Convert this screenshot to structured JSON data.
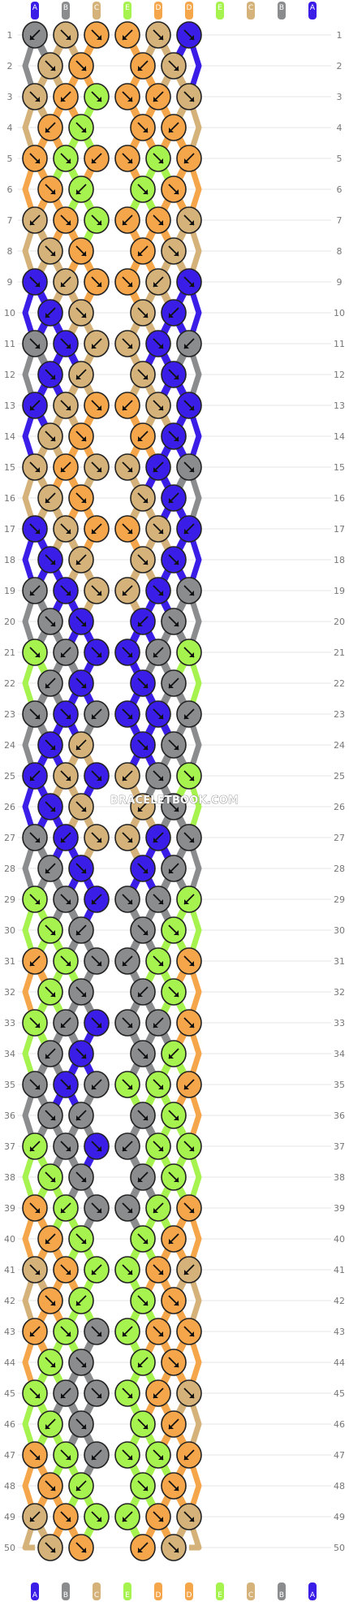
{
  "watermark": "BRACELETBOOK.COM",
  "strings": [
    "A",
    "B",
    "C",
    "E",
    "D",
    "D",
    "E",
    "C",
    "B",
    "A"
  ],
  "colors": {
    "A": "#3a1ee8",
    "B": "#8a8c8e",
    "C": "#d4b27a",
    "D": "#f5a64a",
    "E": "#a6f24e"
  },
  "row_count": 50,
  "knots": [
    [
      "B",
      "C",
      "D",
      "D",
      "C",
      "A"
    ],
    [
      "C",
      "D",
      "D",
      "C"
    ],
    [
      "C",
      "D",
      "E",
      "D",
      "D",
      "C"
    ],
    [
      "D",
      "E",
      "D",
      "D"
    ],
    [
      "D",
      "E",
      "D",
      "D",
      "E",
      "D"
    ],
    [
      "D",
      "E",
      "E",
      "D"
    ],
    [
      "C",
      "D",
      "E",
      "D",
      "D",
      "C"
    ],
    [
      "C",
      "D",
      "D",
      "C"
    ],
    [
      "A",
      "C",
      "D",
      "D",
      "C",
      "A"
    ],
    [
      "A",
      "C",
      "C",
      "A"
    ],
    [
      "B",
      "A",
      "C",
      "C",
      "A",
      "B"
    ],
    [
      "A",
      "C",
      "C",
      "A"
    ],
    [
      "A",
      "C",
      "D",
      "D",
      "C",
      "A"
    ],
    [
      "C",
      "D",
      "D",
      "A"
    ],
    [
      "C",
      "D",
      "C",
      "C",
      "A",
      "B"
    ],
    [
      "C",
      "D",
      "C",
      "A"
    ],
    [
      "A",
      "C",
      "D",
      "D",
      "C",
      "A"
    ],
    [
      "A",
      "C",
      "C",
      "A"
    ],
    [
      "B",
      "A",
      "C",
      "C",
      "A",
      "B"
    ],
    [
      "B",
      "A",
      "A",
      "B"
    ],
    [
      "E",
      "B",
      "A",
      "A",
      "B",
      "E"
    ],
    [
      "B",
      "A",
      "A",
      "B"
    ],
    [
      "B",
      "A",
      "B",
      "A",
      "A",
      "B"
    ],
    [
      "A",
      "C",
      "A",
      "B"
    ],
    [
      "A",
      "C",
      "A",
      "C",
      "B",
      "E"
    ],
    [
      "A",
      "C",
      "C",
      "B"
    ],
    [
      "B",
      "A",
      "C",
      "C",
      "A",
      "B"
    ],
    [
      "B",
      "A",
      "A",
      "B"
    ],
    [
      "E",
      "B",
      "A",
      "B",
      "B",
      "E"
    ],
    [
      "E",
      "B",
      "B",
      "E"
    ],
    [
      "D",
      "E",
      "B",
      "B",
      "E",
      "D"
    ],
    [
      "E",
      "B",
      "B",
      "E"
    ],
    [
      "E",
      "B",
      "A",
      "B",
      "B",
      "D"
    ],
    [
      "B",
      "A",
      "B",
      "E"
    ],
    [
      "B",
      "A",
      "B",
      "E",
      "E",
      "D"
    ],
    [
      "B",
      "B",
      "B",
      "E"
    ],
    [
      "E",
      "B",
      "A",
      "B",
      "E",
      "E"
    ],
    [
      "E",
      "B",
      "B",
      "E"
    ],
    [
      "D",
      "E",
      "B",
      "B",
      "E",
      "D"
    ],
    [
      "D",
      "E",
      "E",
      "D"
    ],
    [
      "C",
      "D",
      "E",
      "E",
      "D",
      "C"
    ],
    [
      "D",
      "E",
      "E",
      "D"
    ],
    [
      "D",
      "E",
      "B",
      "E",
      "D",
      "D"
    ],
    [
      "E",
      "B",
      "E",
      "D"
    ],
    [
      "E",
      "B",
      "B",
      "E",
      "D",
      "C"
    ],
    [
      "E",
      "B",
      "E",
      "D"
    ],
    [
      "D",
      "E",
      "B",
      "E",
      "E",
      "D"
    ],
    [
      "D",
      "E",
      "E",
      "D"
    ],
    [
      "C",
      "D",
      "E",
      "E",
      "D",
      "C"
    ],
    [
      "C",
      "D",
      "D",
      "C"
    ]
  ]
}
